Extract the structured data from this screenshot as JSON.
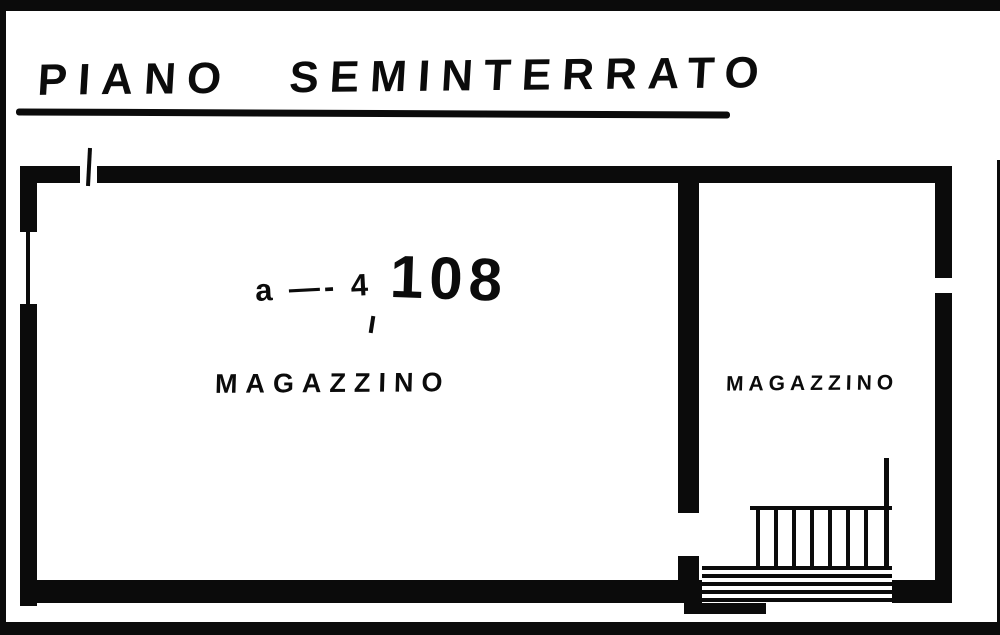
{
  "drawing": {
    "title": "PIANO SEMINTERRATO",
    "annotation_small": "a —- 4",
    "annotation_large": "108",
    "rooms": [
      {
        "label": "MAGAZZINO"
      },
      {
        "label": "MAGAZZINO"
      }
    ],
    "features": {
      "staircase": "staircase in right room, bottom corner",
      "door_opening": "opening in interior partition wall near bottom"
    },
    "colors": {
      "ink": "#0b0b0b",
      "paper": "#ffffff"
    }
  }
}
